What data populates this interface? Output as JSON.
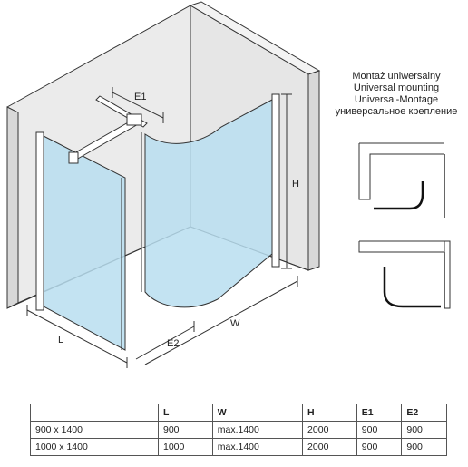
{
  "caption": {
    "line1": "Montaż uniwersalny",
    "line2": "Universal mounting",
    "line3": "Universal-Montage",
    "line4": "универсальное крепление"
  },
  "dimensions": {
    "e1": "E1",
    "h": "H",
    "w": "W",
    "l": "L",
    "e2": "E2"
  },
  "colors": {
    "glass": "#b9def0",
    "wall": "#ebebeb",
    "frame": "#333333"
  },
  "table": {
    "headers": [
      "",
      "L",
      "W",
      "H",
      "E1",
      "E2"
    ],
    "rows": [
      [
        "900 x 1400",
        "900",
        "max.1400",
        "2000",
        "900",
        "900"
      ],
      [
        "1000 x 1400",
        "1000",
        "max.1400",
        "2000",
        "900",
        "900"
      ]
    ]
  }
}
